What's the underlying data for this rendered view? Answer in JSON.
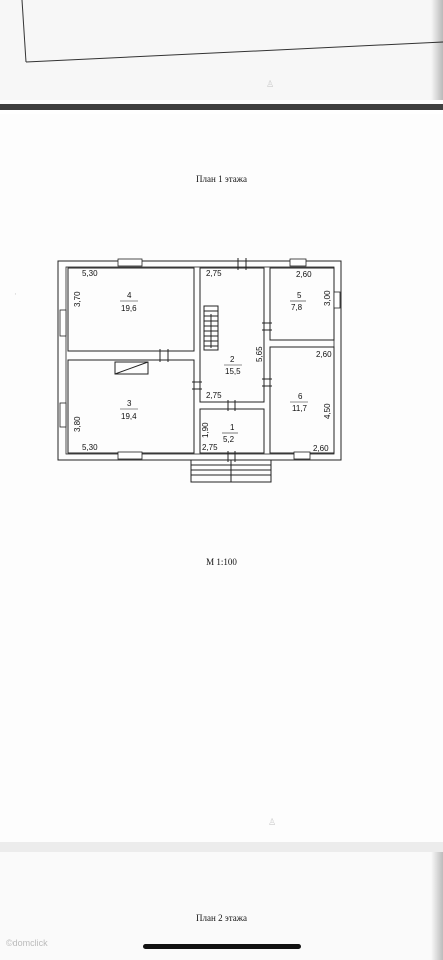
{
  "sheet2": {
    "title": "План 1 этажа",
    "scale": "М 1:100"
  },
  "sheet3": {
    "title": "План 2 этажа"
  },
  "rooms": [
    {
      "num": "1",
      "area": "5,2"
    },
    {
      "num": "2",
      "area": "15,5"
    },
    {
      "num": "3",
      "area": "19,4"
    },
    {
      "num": "4",
      "area": "19,6"
    },
    {
      "num": "5",
      "area": "7,8"
    },
    {
      "num": "6",
      "area": "11,7"
    }
  ],
  "dims": {
    "r4_top": "5,30",
    "r4_left": "3,70",
    "r3_left": "3,80",
    "r3_bottom": "5,30",
    "hall_top": "2,75",
    "hall_side": "5,65",
    "hall_lower": "2,75",
    "r1_side": "1,90",
    "r1_bottom": "2,75",
    "r5_top": "2,60",
    "r5_side": "3,00",
    "r6_top": "2,60",
    "r6_side": "4,50",
    "r6_bottom": "2,60"
  },
  "watermark": "©domclick"
}
